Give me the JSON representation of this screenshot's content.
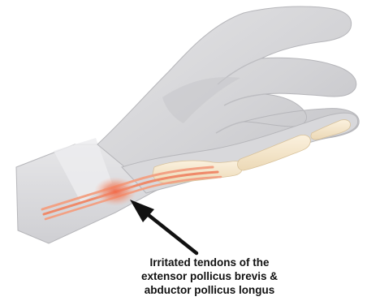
{
  "diagram": {
    "caption_lines": [
      "Irritated tendons of the",
      "extensor pollicus brevis &",
      "abductor pollicus longus"
    ],
    "colors": {
      "hand_fill": "#d4d4d6",
      "hand_shadow": "#b9b9bd",
      "bone_fill": "#f4e6cc",
      "tendon_fill": "#f08a6a",
      "inflammation": "#ee5a3c",
      "arrow": "#111111"
    },
    "icons": {
      "hand": "hand-outline-illustration",
      "bones": "thumb-bones",
      "tendons": "thumb-tendons",
      "inflammation": "inflammation-glow",
      "arrow": "pointer-arrow"
    }
  }
}
